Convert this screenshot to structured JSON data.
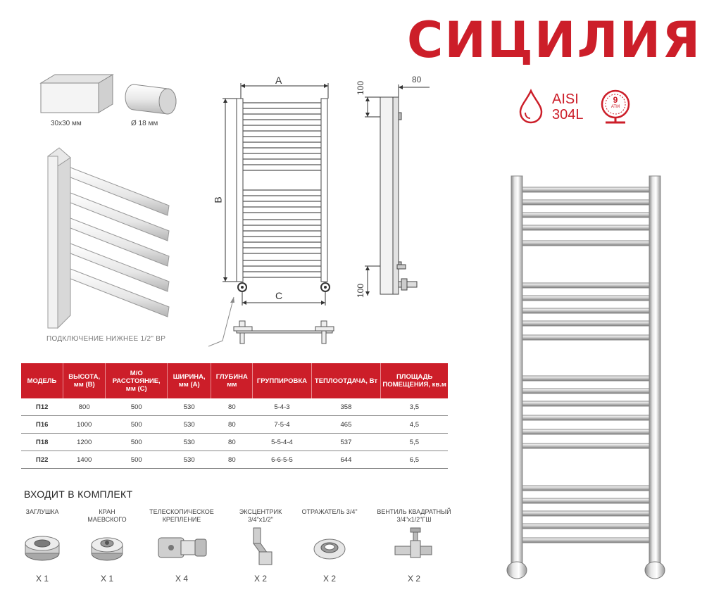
{
  "brand": {
    "title": "СИЦИЛИЯ",
    "accent": "#cc1e29"
  },
  "profiles": {
    "square_label": "30х30 мм",
    "round_label": "Ø 18 мм"
  },
  "drawing": {
    "dim_a": "A",
    "dim_b": "B",
    "dim_c": "C",
    "side_top": "100",
    "side_bottom": "100",
    "side_depth": "80",
    "connection_label": "ПОДКЛЮЧЕНИЕ НИЖНЕЕ 1/2\" ВР"
  },
  "badges": {
    "aisi_line1": "AISI",
    "aisi_line2": "304L",
    "pressure_value": "9",
    "pressure_unit": "ATM"
  },
  "table": {
    "headers": [
      "МОДЕЛЬ",
      "ВЫСОТА, мм (B)",
      "М/О РАССТОЯНИЕ, мм (C)",
      "ШИРИНА, мм (A)",
      "ГЛУБИНА мм",
      "ГРУППИРОВКА",
      "ТЕПЛООТДАЧА, Вт",
      "ПЛОЩАДЬ ПОМЕЩЕНИЯ, кв.м"
    ],
    "rows": [
      [
        "П12",
        "800",
        "500",
        "530",
        "80",
        "5-4-3",
        "358",
        "3,5"
      ],
      [
        "П16",
        "1000",
        "500",
        "530",
        "80",
        "7-5-4",
        "465",
        "4,5"
      ],
      [
        "П18",
        "1200",
        "500",
        "530",
        "80",
        "5-5-4-4",
        "537",
        "5,5"
      ],
      [
        "П22",
        "1400",
        "500",
        "530",
        "80",
        "6-6-5-5",
        "644",
        "6,5"
      ]
    ]
  },
  "kit": {
    "title": "ВХОДИТ В КОМПЛЕКТ",
    "items": [
      {
        "name": "ЗАГЛУШКА",
        "qty": "X 1"
      },
      {
        "name": "КРАН МАЕВСКОГО",
        "qty": "X 1"
      },
      {
        "name": "ТЕЛЕСКОПИЧЕСКОЕ КРЕПЛЕНИЕ",
        "qty": "X 4"
      },
      {
        "name": "ЭКСЦЕНТРИК 3/4\"x1/2\"",
        "qty": "X 2"
      },
      {
        "name": "ОТРАЖАТЕЛЬ 3/4\"",
        "qty": "X 2"
      },
      {
        "name": "ВЕНТИЛЬ КВАДРАТНЫЙ 3/4\"x1/2\"ГШ",
        "qty": "X 2"
      }
    ]
  }
}
